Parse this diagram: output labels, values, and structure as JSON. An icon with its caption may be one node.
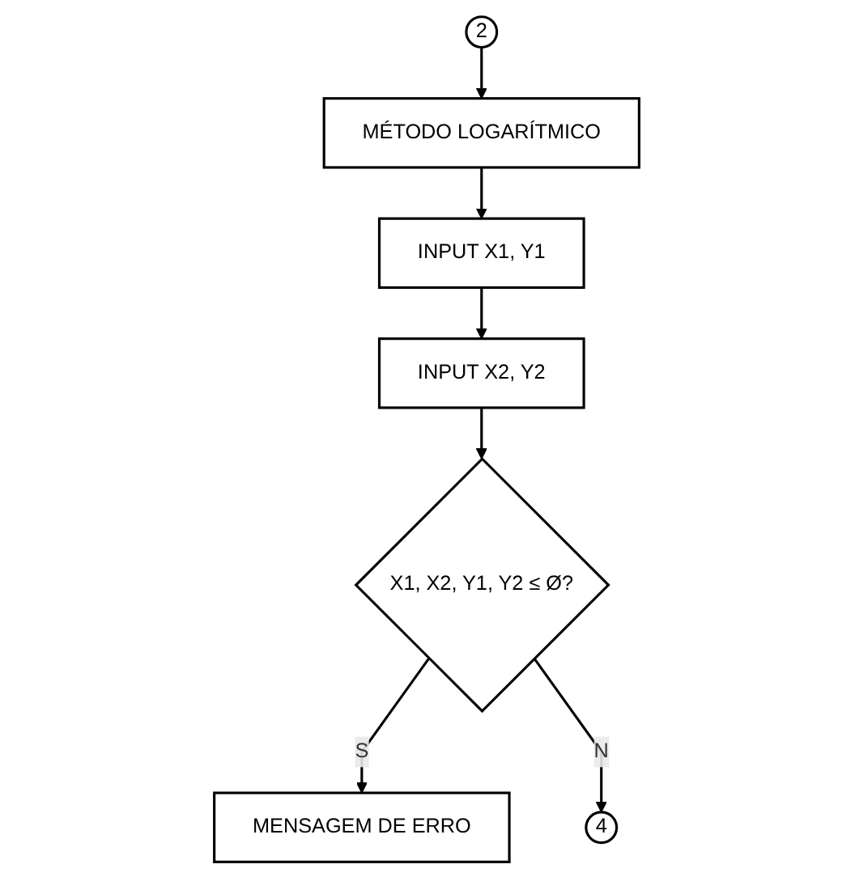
{
  "diagram": {
    "nodes": [
      {
        "text": [
          "2"
        ]
      },
      {
        "text": [
          "MÉTODO LOGARÍTMICO"
        ]
      },
      {
        "text": [
          "INPUT X1, Y1"
        ]
      },
      {
        "text": [
          "INPUT X2, Y2"
        ]
      },
      {
        "text": [
          "X1, X2, Y1, Y2 ≤ Ø?"
        ]
      },
      {
        "text": [
          "MENSAGEM DE ERRO"
        ]
      },
      {
        "text": [
          "4"
        ]
      }
    ],
    "edges": [
      {
        "from": 0,
        "to": 1,
        "arrow": "to"
      },
      {
        "from": 1,
        "to": 2,
        "arrow": "to"
      },
      {
        "from": 2,
        "to": 3,
        "arrow": "to"
      },
      {
        "from": 3,
        "to": 4,
        "arrow": "to"
      },
      {
        "from": 4,
        "to": 5,
        "label": "S",
        "arrow": "to"
      },
      {
        "from": 4,
        "to": 6,
        "label": "N",
        "arrow": "to"
      }
    ]
  }
}
